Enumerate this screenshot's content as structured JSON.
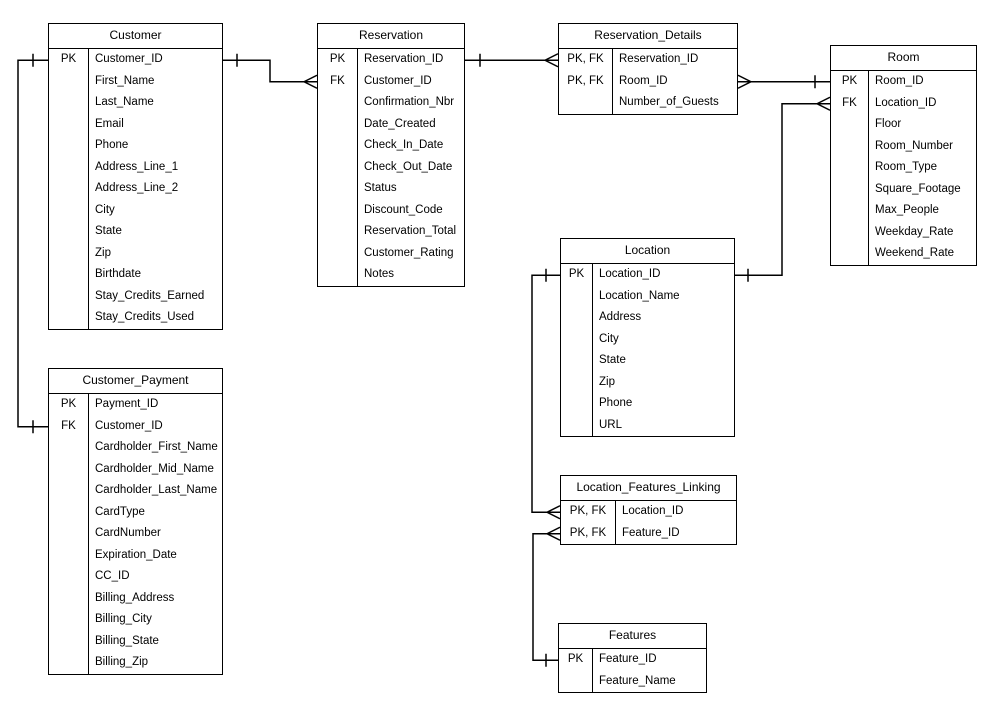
{
  "colors": {
    "background": "#ffffff",
    "entity_fill": "#ffffff",
    "line": "#000000",
    "text": "#000000"
  },
  "entities": [
    {
      "id": "customer",
      "name": "Customer",
      "fields": [
        {
          "key": "PK",
          "name": "Customer_ID"
        },
        {
          "key": "",
          "name": "First_Name"
        },
        {
          "key": "",
          "name": "Last_Name"
        },
        {
          "key": "",
          "name": "Email"
        },
        {
          "key": "",
          "name": "Phone"
        },
        {
          "key": "",
          "name": "Address_Line_1"
        },
        {
          "key": "",
          "name": "Address_Line_2"
        },
        {
          "key": "",
          "name": "City"
        },
        {
          "key": "",
          "name": "State"
        },
        {
          "key": "",
          "name": "Zip"
        },
        {
          "key": "",
          "name": "Birthdate"
        },
        {
          "key": "",
          "name": "Stay_Credits_Earned"
        },
        {
          "key": "",
          "name": "Stay_Credits_Used"
        }
      ]
    },
    {
      "id": "reservation",
      "name": "Reservation",
      "fields": [
        {
          "key": "PK",
          "name": "Reservation_ID"
        },
        {
          "key": "FK",
          "name": "Customer_ID"
        },
        {
          "key": "",
          "name": "Confirmation_Nbr"
        },
        {
          "key": "",
          "name": "Date_Created"
        },
        {
          "key": "",
          "name": "Check_In_Date"
        },
        {
          "key": "",
          "name": "Check_Out_Date"
        },
        {
          "key": "",
          "name": "Status"
        },
        {
          "key": "",
          "name": "Discount_Code"
        },
        {
          "key": "",
          "name": "Reservation_Total"
        },
        {
          "key": "",
          "name": "Customer_Rating"
        },
        {
          "key": "",
          "name": "Notes"
        }
      ]
    },
    {
      "id": "reservation_details",
      "name": "Reservation_Details",
      "fields": [
        {
          "key": "PK, FK",
          "name": "Reservation_ID"
        },
        {
          "key": "PK, FK",
          "name": "Room_ID"
        },
        {
          "key": "",
          "name": "Number_of_Guests"
        }
      ]
    },
    {
      "id": "room",
      "name": "Room",
      "fields": [
        {
          "key": "PK",
          "name": "Room_ID"
        },
        {
          "key": "FK",
          "name": "Location_ID"
        },
        {
          "key": "",
          "name": "Floor"
        },
        {
          "key": "",
          "name": "Room_Number"
        },
        {
          "key": "",
          "name": "Room_Type"
        },
        {
          "key": "",
          "name": "Square_Footage"
        },
        {
          "key": "",
          "name": "Max_People"
        },
        {
          "key": "",
          "name": "Weekday_Rate"
        },
        {
          "key": "",
          "name": "Weekend_Rate"
        }
      ]
    },
    {
      "id": "customer_payment",
      "name": "Customer_Payment",
      "fields": [
        {
          "key": "PK",
          "name": "Payment_ID"
        },
        {
          "key": "FK",
          "name": "Customer_ID"
        },
        {
          "key": "",
          "name": "Cardholder_First_Name"
        },
        {
          "key": "",
          "name": "Cardholder_Mid_Name"
        },
        {
          "key": "",
          "name": "Cardholder_Last_Name"
        },
        {
          "key": "",
          "name": "CardType"
        },
        {
          "key": "",
          "name": "CardNumber"
        },
        {
          "key": "",
          "name": "Expiration_Date"
        },
        {
          "key": "",
          "name": "CC_ID"
        },
        {
          "key": "",
          "name": "Billing_Address"
        },
        {
          "key": "",
          "name": "Billing_City"
        },
        {
          "key": "",
          "name": "Billing_State"
        },
        {
          "key": "",
          "name": "Billing_Zip"
        }
      ]
    },
    {
      "id": "location",
      "name": "Location",
      "fields": [
        {
          "key": "PK",
          "name": "Location_ID"
        },
        {
          "key": "",
          "name": "Location_Name"
        },
        {
          "key": "",
          "name": "Address"
        },
        {
          "key": "",
          "name": "City"
        },
        {
          "key": "",
          "name": "State"
        },
        {
          "key": "",
          "name": "Zip"
        },
        {
          "key": "",
          "name": "Phone"
        },
        {
          "key": "",
          "name": "URL"
        }
      ]
    },
    {
      "id": "location_features_linking",
      "name": "Location_Features_Linking",
      "fields": [
        {
          "key": "PK, FK",
          "name": "Location_ID"
        },
        {
          "key": "PK, FK",
          "name": "Feature_ID"
        }
      ]
    },
    {
      "id": "features",
      "name": "Features",
      "fields": [
        {
          "key": "PK",
          "name": "Feature_ID"
        },
        {
          "key": "",
          "name": "Feature_Name"
        }
      ]
    }
  ],
  "relationships": [
    {
      "id": "customer-customer_payment",
      "from": "Customer.Customer_ID",
      "to": "Customer_Payment.Customer_ID",
      "from_cardinality": "one",
      "to_cardinality": "one"
    },
    {
      "id": "customer-reservation",
      "from": "Customer.Customer_ID",
      "to": "Reservation.Customer_ID",
      "from_cardinality": "one",
      "to_cardinality": "many"
    },
    {
      "id": "reservation-reservation_details",
      "from": "Reservation.Reservation_ID",
      "to": "Reservation_Details.Reservation_ID",
      "from_cardinality": "one",
      "to_cardinality": "many"
    },
    {
      "id": "room-reservation_details",
      "from": "Room.Room_ID",
      "to": "Reservation_Details.Room_ID",
      "from_cardinality": "one",
      "to_cardinality": "many"
    },
    {
      "id": "location-room",
      "from": "Location.Location_ID",
      "to": "Room.Location_ID",
      "from_cardinality": "one",
      "to_cardinality": "many"
    },
    {
      "id": "location-location_features_linking",
      "from": "Location.Location_ID",
      "to": "Location_Features_Linking.Location_ID",
      "from_cardinality": "one",
      "to_cardinality": "many"
    },
    {
      "id": "features-location_features_linking",
      "from": "Features.Feature_ID",
      "to": "Location_Features_Linking.Feature_ID",
      "from_cardinality": "one",
      "to_cardinality": "many"
    }
  ]
}
